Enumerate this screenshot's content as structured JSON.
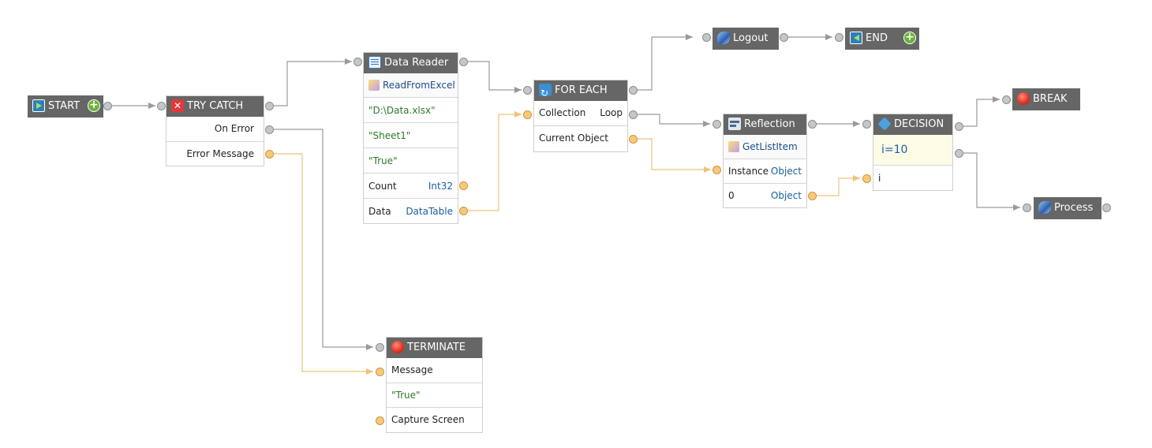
{
  "nodes": {
    "start": {
      "title": "START"
    },
    "try_catch": {
      "title": "TRY CATCH",
      "on_error": "On Error",
      "error_message": "Error Message"
    },
    "data_reader": {
      "title": "Data Reader",
      "function": "ReadFromExcel",
      "arg1": "\"D:\\Data.xlsx\"",
      "arg2": "\"Sheet1\"",
      "arg3": "\"True\"",
      "count_label": "Count",
      "count_type": "Int32",
      "data_label": "Data",
      "data_type": "DataTable"
    },
    "for_each": {
      "title": "FOR EACH",
      "collection": "Collection",
      "loop": "Loop",
      "current_object": "Current Object"
    },
    "logout": {
      "title": "Logout"
    },
    "end": {
      "title": "END"
    },
    "reflection": {
      "title": "Reflection",
      "function": "GetListItem",
      "instance_label": "Instance",
      "instance_type": "Object",
      "index_label": "0",
      "index_type": "Object"
    },
    "decision": {
      "title": "DECISION",
      "expression": "i=10",
      "input": "i"
    },
    "break": {
      "title": "BREAK"
    },
    "process": {
      "title": "Process"
    },
    "terminate": {
      "title": "TERMINATE",
      "message": "Message",
      "message_value": "\"True\"",
      "capture_screen": "Capture Screen"
    }
  },
  "colors": {
    "header": "#666666",
    "control_wire": "#9a9a9a",
    "data_wire": "#f0c27a",
    "type_text": "#1a5fa0",
    "string_text": "#2b7a2b"
  }
}
